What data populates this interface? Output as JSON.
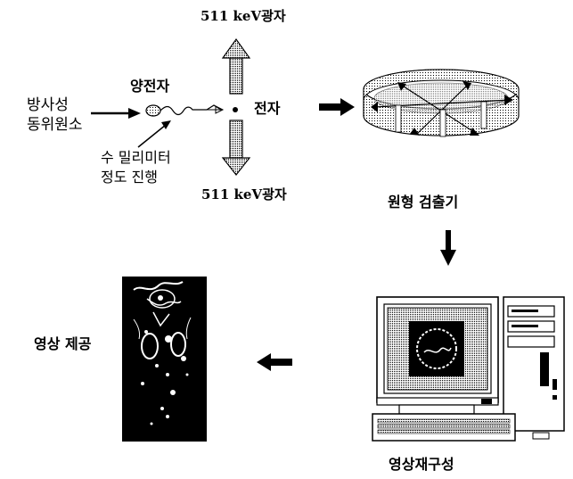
{
  "labels": {
    "photon_top": "511 keV광자",
    "photon_bottom": "511 keV광자",
    "source": "방사성\n동위원소",
    "positron": "양전자",
    "electron": "전자",
    "travel": "수 밀리미터\n정도 진행",
    "detector": "원형 검출기",
    "reconstruction": "영상재구성",
    "output": "영상 제공"
  },
  "icons": [
    "positron-icon",
    "electron-icon",
    "ring-detector-icon",
    "computer-icon",
    "body-scan-icon"
  ]
}
